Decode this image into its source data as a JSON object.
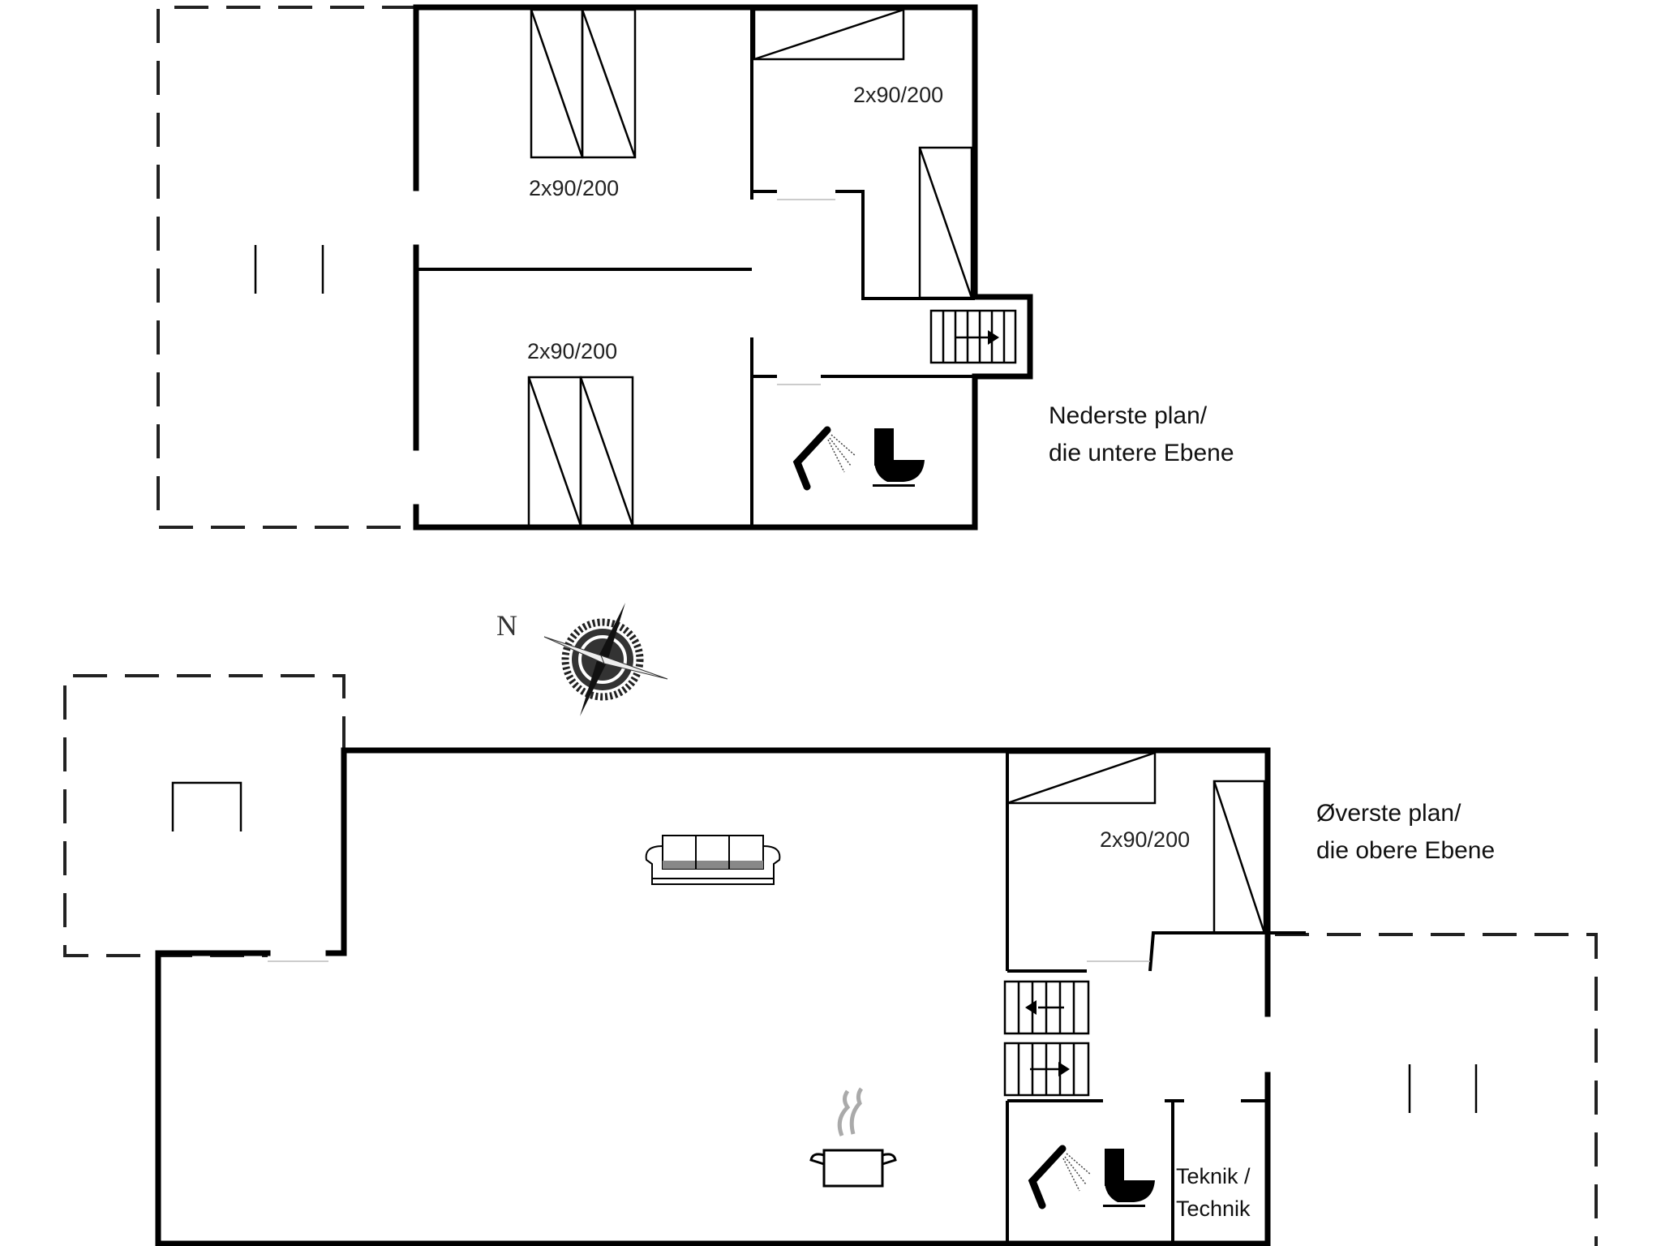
{
  "floors": [
    {
      "id": "lower",
      "label_line1": "Nederste plan/",
      "label_line2": "die untere Ebene",
      "beds": [
        "2x90/200",
        "2x90/200",
        "2x90/200"
      ],
      "rooms": [
        "bedroom",
        "bedroom",
        "bedroom",
        "bathroom",
        "hallway",
        "terrace"
      ]
    },
    {
      "id": "upper",
      "label_line1": "Øverste plan/",
      "label_line2": "die obere Ebene",
      "beds": [
        "2x90/200"
      ],
      "technical_room_line1": "Teknik /",
      "technical_room_line2": "Technik",
      "rooms": [
        "living-kitchen",
        "bedroom",
        "bathroom",
        "technical-room",
        "terrace",
        "terrace"
      ]
    }
  ],
  "compass": {
    "label": "N"
  },
  "icons": [
    "shower-icon",
    "toilet-icon",
    "sofa-icon",
    "cooking-pot-icon",
    "stairs-icon",
    "compass-icon"
  ],
  "colors": {
    "wall": "#000000",
    "background": "#ffffff",
    "dashed": "#222222"
  }
}
